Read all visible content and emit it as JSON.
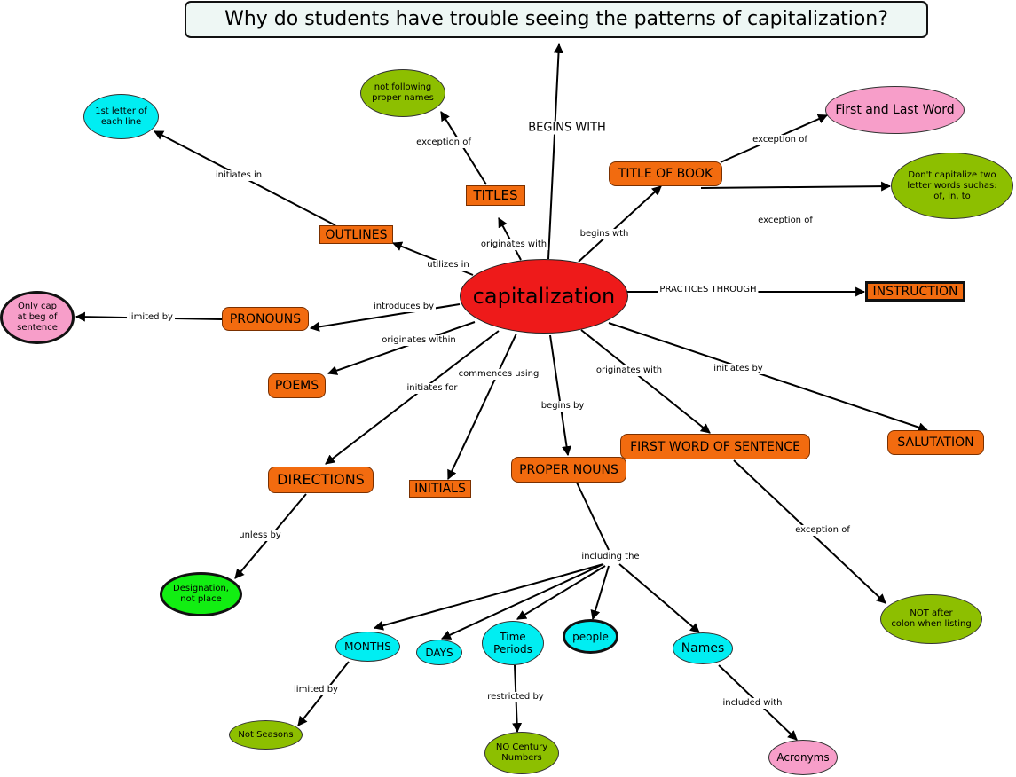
{
  "question": "Why do students have trouble seeing the patterns of capitalization?",
  "center": "capitalization",
  "nodes": {
    "titles": "TITLES",
    "title_of_book": "TITLE OF BOOK",
    "outlines": "OUTLINES",
    "pronouns": "PRONOUNS",
    "poems": "POEMS",
    "instruction": "INSTRUCTION",
    "directions": "DIRECTIONS",
    "initials": "INITIALS",
    "proper_nouns": "PROPER NOUNS",
    "first_word": "FIRST WORD OF SENTENCE",
    "salutation": "SALUTATION",
    "not_following": "not following\nproper names",
    "first_letter": "1st letter of\neach line",
    "first_last": "First and Last Word",
    "dont_capitalize": "Don't capitalize two\nletter words suchas:\nof, in, to",
    "only_cap": "Only cap\nat beg of\nsentence",
    "designation": "Designation,\nnot  place",
    "not_after_colon": "NOT after\ncolon when listing",
    "months": "MONTHS",
    "days": "DAYS",
    "time_periods": "Time\nPeriods",
    "people": "people",
    "names": "Names",
    "not_seasons": "Not Seasons",
    "no_century": "NO Century\nNumbers",
    "acronyms": "Acronyms"
  },
  "edge_labels": {
    "begins_with": "BEGINS WITH",
    "exception_of_titles": "exception of",
    "originates_with_titles": "originates with",
    "begins_wth": "begins wth",
    "exception_of_first_last": "exception of",
    "exception_of_dont": "exception of",
    "initiates_in": "initiates in",
    "utilizes_in": "utilizes in",
    "practices_through": "PRACTICES THROUGH",
    "introduces_by": "introduces by",
    "limited_by_only_cap": "limited by",
    "originates_within": "originates within",
    "initiates_for": "initiates for",
    "commences_using": "commences using",
    "begins_by": "begins by",
    "originates_with_first_word": "originates with",
    "initiates_by": "initiates by",
    "exception_of_colon": "exception of",
    "unless_by": "unless by",
    "including_the": "including the",
    "limited_by_seasons": "limited by",
    "restricted_by": "restricted by",
    "included_with": "included with"
  },
  "colors": {
    "concept_orange": "#f26b0f",
    "center_red": "#ee1a1a",
    "cyan": "#00eef2",
    "olive": "#8dbf00",
    "pink": "#f79ec9",
    "bright_green": "#12ee12"
  }
}
